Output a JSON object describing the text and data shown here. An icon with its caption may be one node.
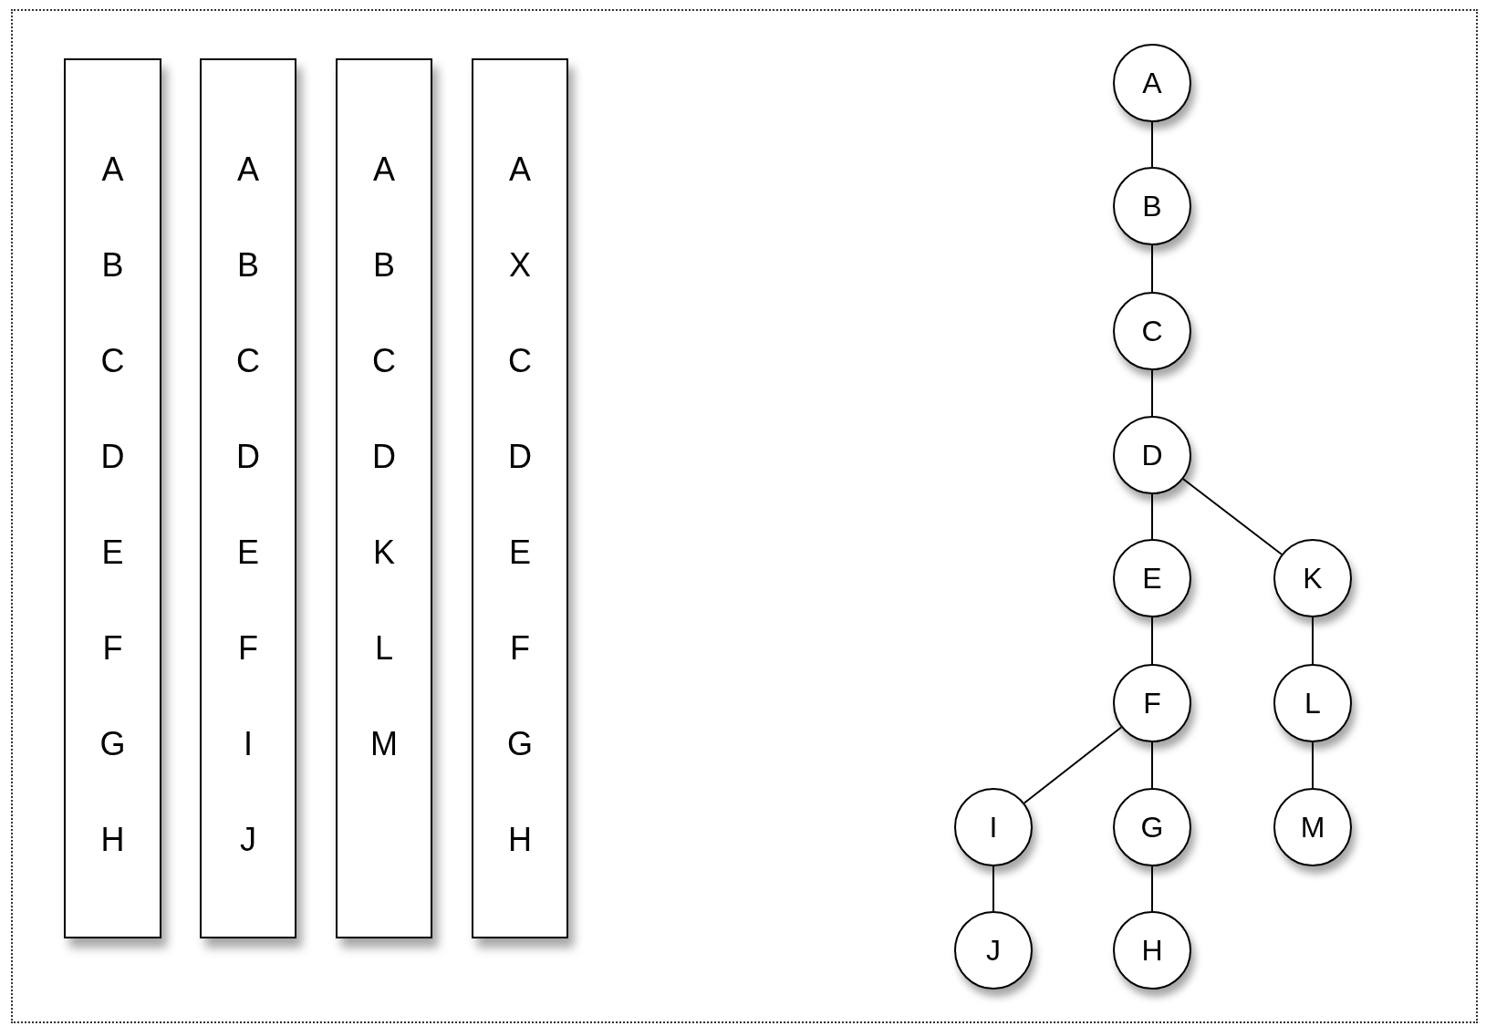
{
  "diagram": {
    "nodes": [
      {
        "text": [
          "A",
          "B",
          "C",
          "D",
          "E",
          "F",
          "G",
          "H"
        ]
      },
      {
        "text": [
          "A",
          "B",
          "C",
          "D",
          "E",
          "F",
          "I",
          "J"
        ]
      },
      {
        "text": [
          "A",
          "B",
          "C",
          "D",
          "K",
          "L",
          "M"
        ]
      },
      {
        "text": [
          "A",
          "X",
          "C",
          "D",
          "E",
          "F",
          "G",
          "H"
        ]
      },
      {
        "text": [
          "A"
        ]
      },
      {
        "text": [
          "B"
        ]
      },
      {
        "text": [
          "C"
        ]
      },
      {
        "text": [
          "D"
        ]
      },
      {
        "text": [
          "E"
        ]
      },
      {
        "text": [
          "K"
        ]
      },
      {
        "text": [
          "F"
        ]
      },
      {
        "text": [
          "L"
        ]
      },
      {
        "text": [
          "I"
        ]
      },
      {
        "text": [
          "G"
        ]
      },
      {
        "text": [
          "M"
        ]
      },
      {
        "text": [
          "J"
        ]
      },
      {
        "text": [
          "H"
        ]
      }
    ],
    "edges": [
      {
        "from": 4,
        "to": 5,
        "arrow": "none"
      },
      {
        "from": 5,
        "to": 6,
        "arrow": "none"
      },
      {
        "from": 6,
        "to": 7,
        "arrow": "none"
      },
      {
        "from": 7,
        "to": 8,
        "arrow": "none"
      },
      {
        "from": 7,
        "to": 9,
        "arrow": "none"
      },
      {
        "from": 8,
        "to": 10,
        "arrow": "none"
      },
      {
        "from": 9,
        "to": 11,
        "arrow": "none"
      },
      {
        "from": 10,
        "to": 12,
        "arrow": "none"
      },
      {
        "from": 10,
        "to": 13,
        "arrow": "none"
      },
      {
        "from": 11,
        "to": 14,
        "arrow": "none"
      },
      {
        "from": 12,
        "to": 15,
        "arrow": "none"
      },
      {
        "from": 13,
        "to": 16,
        "arrow": "none"
      }
    ]
  }
}
